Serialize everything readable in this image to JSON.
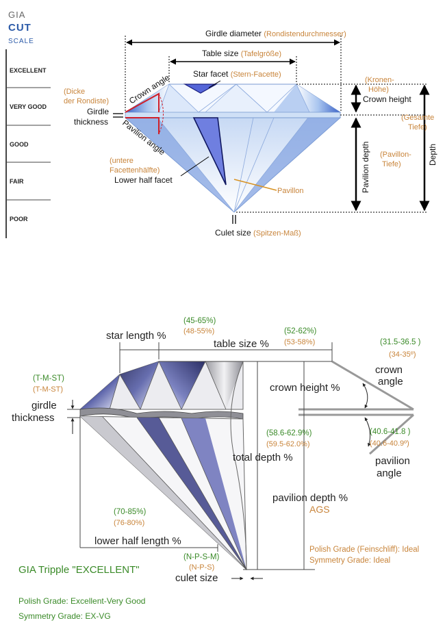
{
  "colors": {
    "accent_blue": "#2b5aa8",
    "orange": "#c8843a",
    "green": "#3a8a28",
    "facet_blue": "#6f7fe0"
  },
  "gia_scale": {
    "brand": "GIA",
    "cut": "CUT",
    "scale": "SCALE",
    "grades": [
      "EXCELLENT",
      "VERY GOOD",
      "GOOD",
      "FAIR",
      "POOR"
    ]
  },
  "top_diagram": {
    "girdle_diameter": "Girdle diameter",
    "girdle_diameter_de": "(Rondistendurchmesser)",
    "table_size": "Table size",
    "table_size_de": "(Tafelgröße)",
    "star_facet": "Star facet",
    "star_facet_de": "(Stern-Facette)",
    "crown_angle": "Crown angle",
    "pavilion_angle": "Pavilion angle",
    "girdle_thickness_1": "Girdle",
    "girdle_thickness_2": "thickness",
    "girdle_de_1": "(Dicke",
    "girdle_de_2": "der Rondiste)",
    "lower_half_de_1": "(untere",
    "lower_half_de_2": "Facettenhälfte)",
    "lower_half_facet": "Lower half facet",
    "pavillon": "Pavillon",
    "crown_height_de_1": "(Kronen-",
    "crown_height_de_2": "Höhe)",
    "crown_height": "Crown height",
    "total_depth_de_1": "(Gesamte",
    "total_depth_de_2": "Tiefe)",
    "pavilion_depth": "Pavilion depth",
    "pavilion_depth_de_1": "(Pavillon-",
    "pavilion_depth_de_2": "Tiefe)",
    "depth": "Depth",
    "culet_size": "Culet size",
    "culet_size_de": "(Spitzen-Maß)"
  },
  "bottom_diagram": {
    "star_length": "star length %",
    "star_length_gia": "(45-65%)",
    "star_length_ags": "(48-55%)",
    "table_size": "table size %",
    "table_size_gia": "(52-62%)",
    "table_size_ags": "(53-58%)",
    "crown_angle_gia": "(31.5-36.5 )",
    "crown_angle_ags": "(34-35º)",
    "crown_angle_1": "crown",
    "crown_angle_2": "angle",
    "girdle_gia": "(T-M-ST)",
    "girdle_ags": "(T-M-ST)",
    "girdle_1": "girdle",
    "girdle_2": "thickness",
    "crown_height": "crown height %",
    "total_depth_gia": "(58.6-62.9%)",
    "total_depth_ags": "(59.5-62.0%)",
    "total_depth": "total depth %",
    "pavilion_angle_gia": "(40.6-41.8 )",
    "pavilion_angle_ags": "(40.6-40.9º)",
    "pavilion_angle_1": "pavilion",
    "pavilion_angle_2": "angle",
    "pavilion_depth": "pavilion depth %",
    "ags": "AGS",
    "lower_half_gia": "(70-85%)",
    "lower_half_ags": "(76-80%)",
    "lower_half_length": "lower half length %",
    "culet_gia": "(N-P-S-M)",
    "culet_ags": "(N-P-S)",
    "culet_size": "culet size",
    "ags_polish": "Polish Grade (Feinschliff): Ideal",
    "ags_symmetry": "Symmetry Grade: Ideal",
    "gia_title": "GIA Tripple \"EXCELLENT\"",
    "gia_polish": "Polish Grade: Excellent-Very Good",
    "gia_symmetry": "Symmetry Grade: EX-VG"
  }
}
